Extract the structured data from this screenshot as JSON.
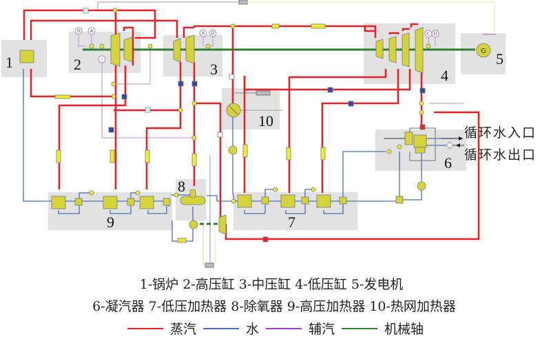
{
  "diagram": {
    "zones": [
      {
        "id": "1",
        "label": "1",
        "name": "boiler"
      },
      {
        "id": "2",
        "label": "2",
        "name": "hp-cylinder"
      },
      {
        "id": "3",
        "label": "3",
        "name": "ip-cylinder"
      },
      {
        "id": "4",
        "label": "4",
        "name": "lp-cylinder"
      },
      {
        "id": "5",
        "label": "5",
        "name": "generator"
      },
      {
        "id": "6",
        "label": "6",
        "name": "condenser"
      },
      {
        "id": "7",
        "label": "7",
        "name": "lp-heaters"
      },
      {
        "id": "8",
        "label": "8",
        "name": "deaerator"
      },
      {
        "id": "9",
        "label": "9",
        "name": "hp-heaters"
      },
      {
        "id": "10",
        "label": "10",
        "name": "heat-network-heater"
      }
    ],
    "generator_symbol": "G",
    "sensor_tags": {
      "hp_d": "D",
      "hp_a": "A",
      "hp_i": "I",
      "ip_b": "B",
      "ip_d": "D",
      "lp_c": "C",
      "lp_d": "D"
    },
    "cooling_water_in": "循环水入口",
    "cooling_water_out": "循环水出口",
    "colors": {
      "steam": "#e8202a",
      "water": "#4a6fb5",
      "aux_steam": "#a070c0",
      "shaft": "#2e7d32",
      "component": "#d4d43a",
      "zone_bg": "#e2e2e2",
      "valve_blue": "#2b4aa8",
      "valve_red": "#e8202a"
    }
  },
  "captions": {
    "line1": "1-锅炉  2-高压缸  3-中压缸   4-低压缸   5-发电机",
    "line2": "6-凝汽器  7-低压加热器 8-除氧器  9-高压加热器  10-热网加热器"
  },
  "legend": [
    {
      "label": "蒸汽",
      "color": "#e8202a"
    },
    {
      "label": "水",
      "color": "#4a6fb5"
    },
    {
      "label": "辅汽",
      "color": "#a040c0"
    },
    {
      "label": "机械轴",
      "color": "#2e7d32"
    }
  ]
}
